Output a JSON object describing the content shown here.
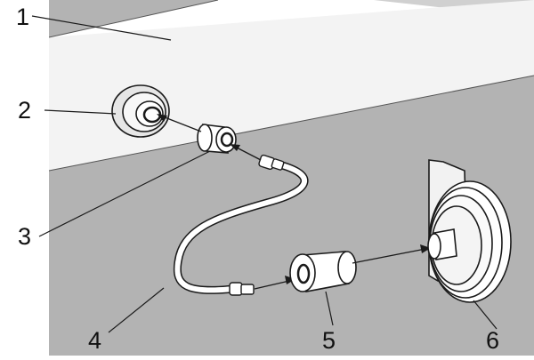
{
  "callouts": [
    {
      "id": "c1",
      "label": "1"
    },
    {
      "id": "c2",
      "label": "2"
    },
    {
      "id": "c3",
      "label": "3"
    },
    {
      "id": "c4",
      "label": "4"
    },
    {
      "id": "c5",
      "label": "5"
    },
    {
      "id": "c6",
      "label": "6"
    }
  ],
  "colors": {
    "panel_gray": "#b3b3b3",
    "panel_light": "#f1f1f1",
    "line": "#1a1a1a",
    "part_fill": "#ffffff",
    "part_shade": "#d9d9d9"
  }
}
